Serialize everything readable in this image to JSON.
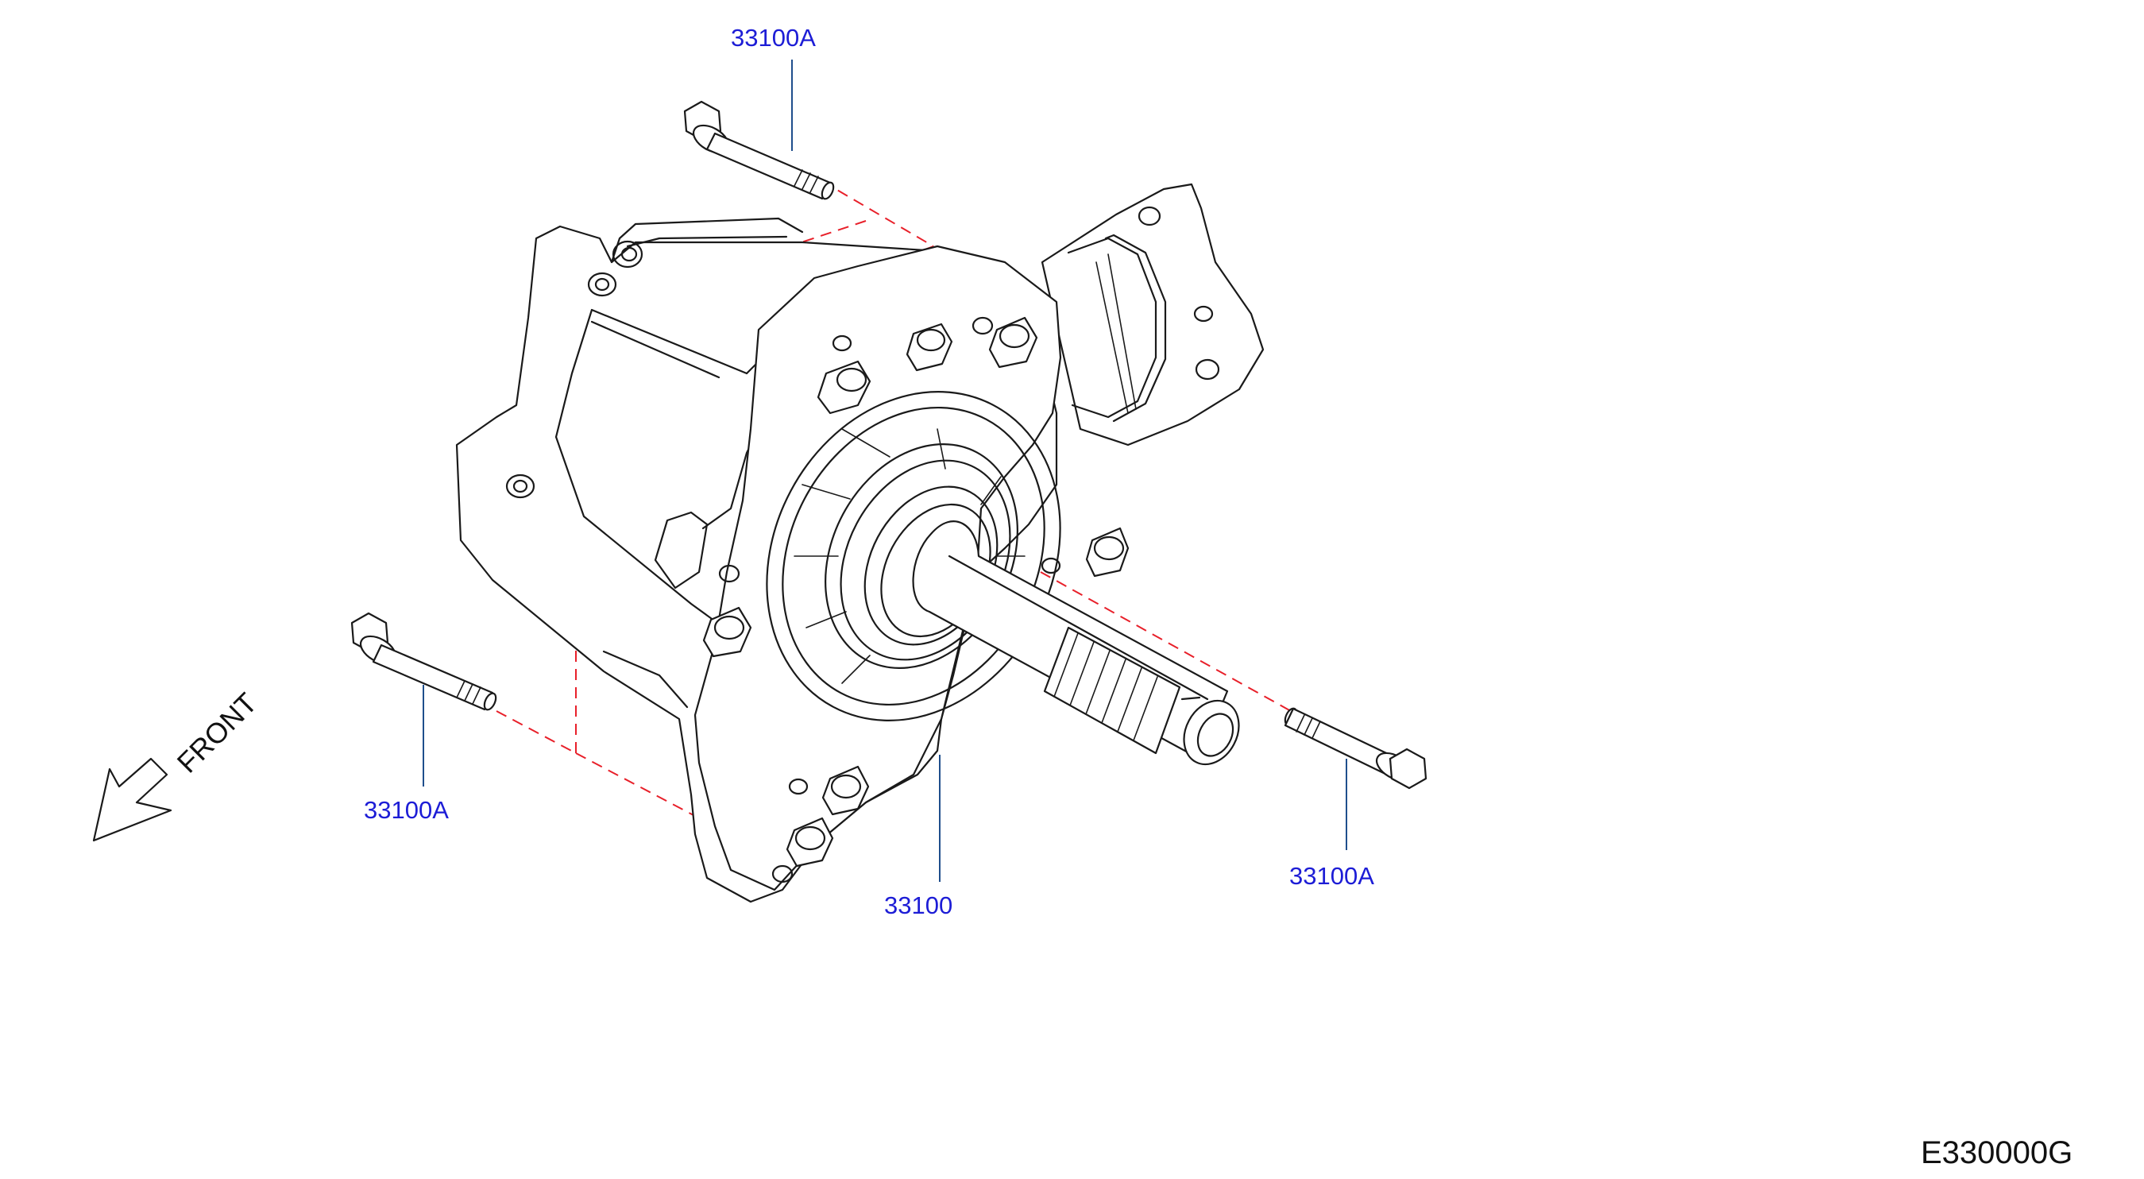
{
  "callouts": {
    "bolt_top": "33100A",
    "bolt_left": "33100A",
    "bolt_right": "33100A",
    "assembly": "33100"
  },
  "direction_label": "FRONT",
  "diagram_code": "E330000G",
  "colors": {
    "callout_text": "#1d1dd6",
    "leader_line": "#1f4e8c",
    "alignment_dash": "#e8202a",
    "linework": "#1a1a1a"
  }
}
